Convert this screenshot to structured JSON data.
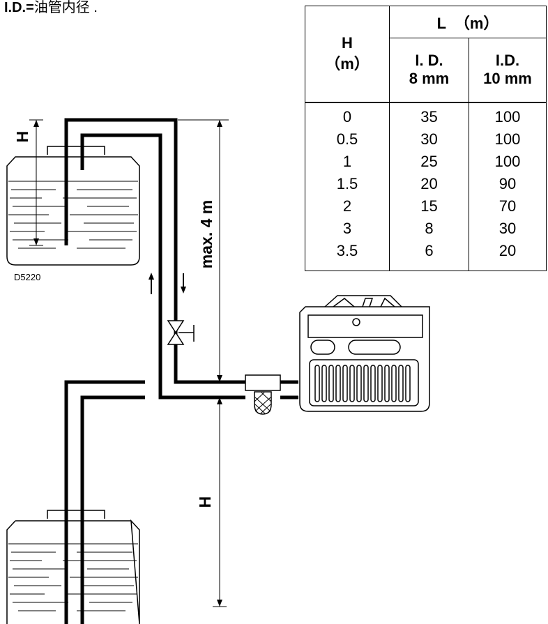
{
  "caption": {
    "label": "I.D.=",
    "text": "油管内径 ."
  },
  "figure_code": "D5220",
  "labels": {
    "h_top": "H",
    "max_height": "max. 4 m",
    "h_bottom": "H"
  },
  "table": {
    "h_header": "H",
    "h_unit": "（m）",
    "l_header": "L  （m）",
    "col1_header_line1": "I. D.",
    "col1_header_line2": "8 mm",
    "col2_header_line1": "I.D.",
    "col2_header_line2": "10 mm",
    "h_values": [
      "0",
      "0.5",
      "1",
      "1.5",
      "2",
      "3",
      "3.5"
    ],
    "l_8mm": [
      "35",
      "30",
      "25",
      "20",
      "15",
      "8",
      "6"
    ],
    "l_10mm": [
      "100",
      "100",
      "100",
      "90",
      "70",
      "30",
      "20"
    ]
  }
}
